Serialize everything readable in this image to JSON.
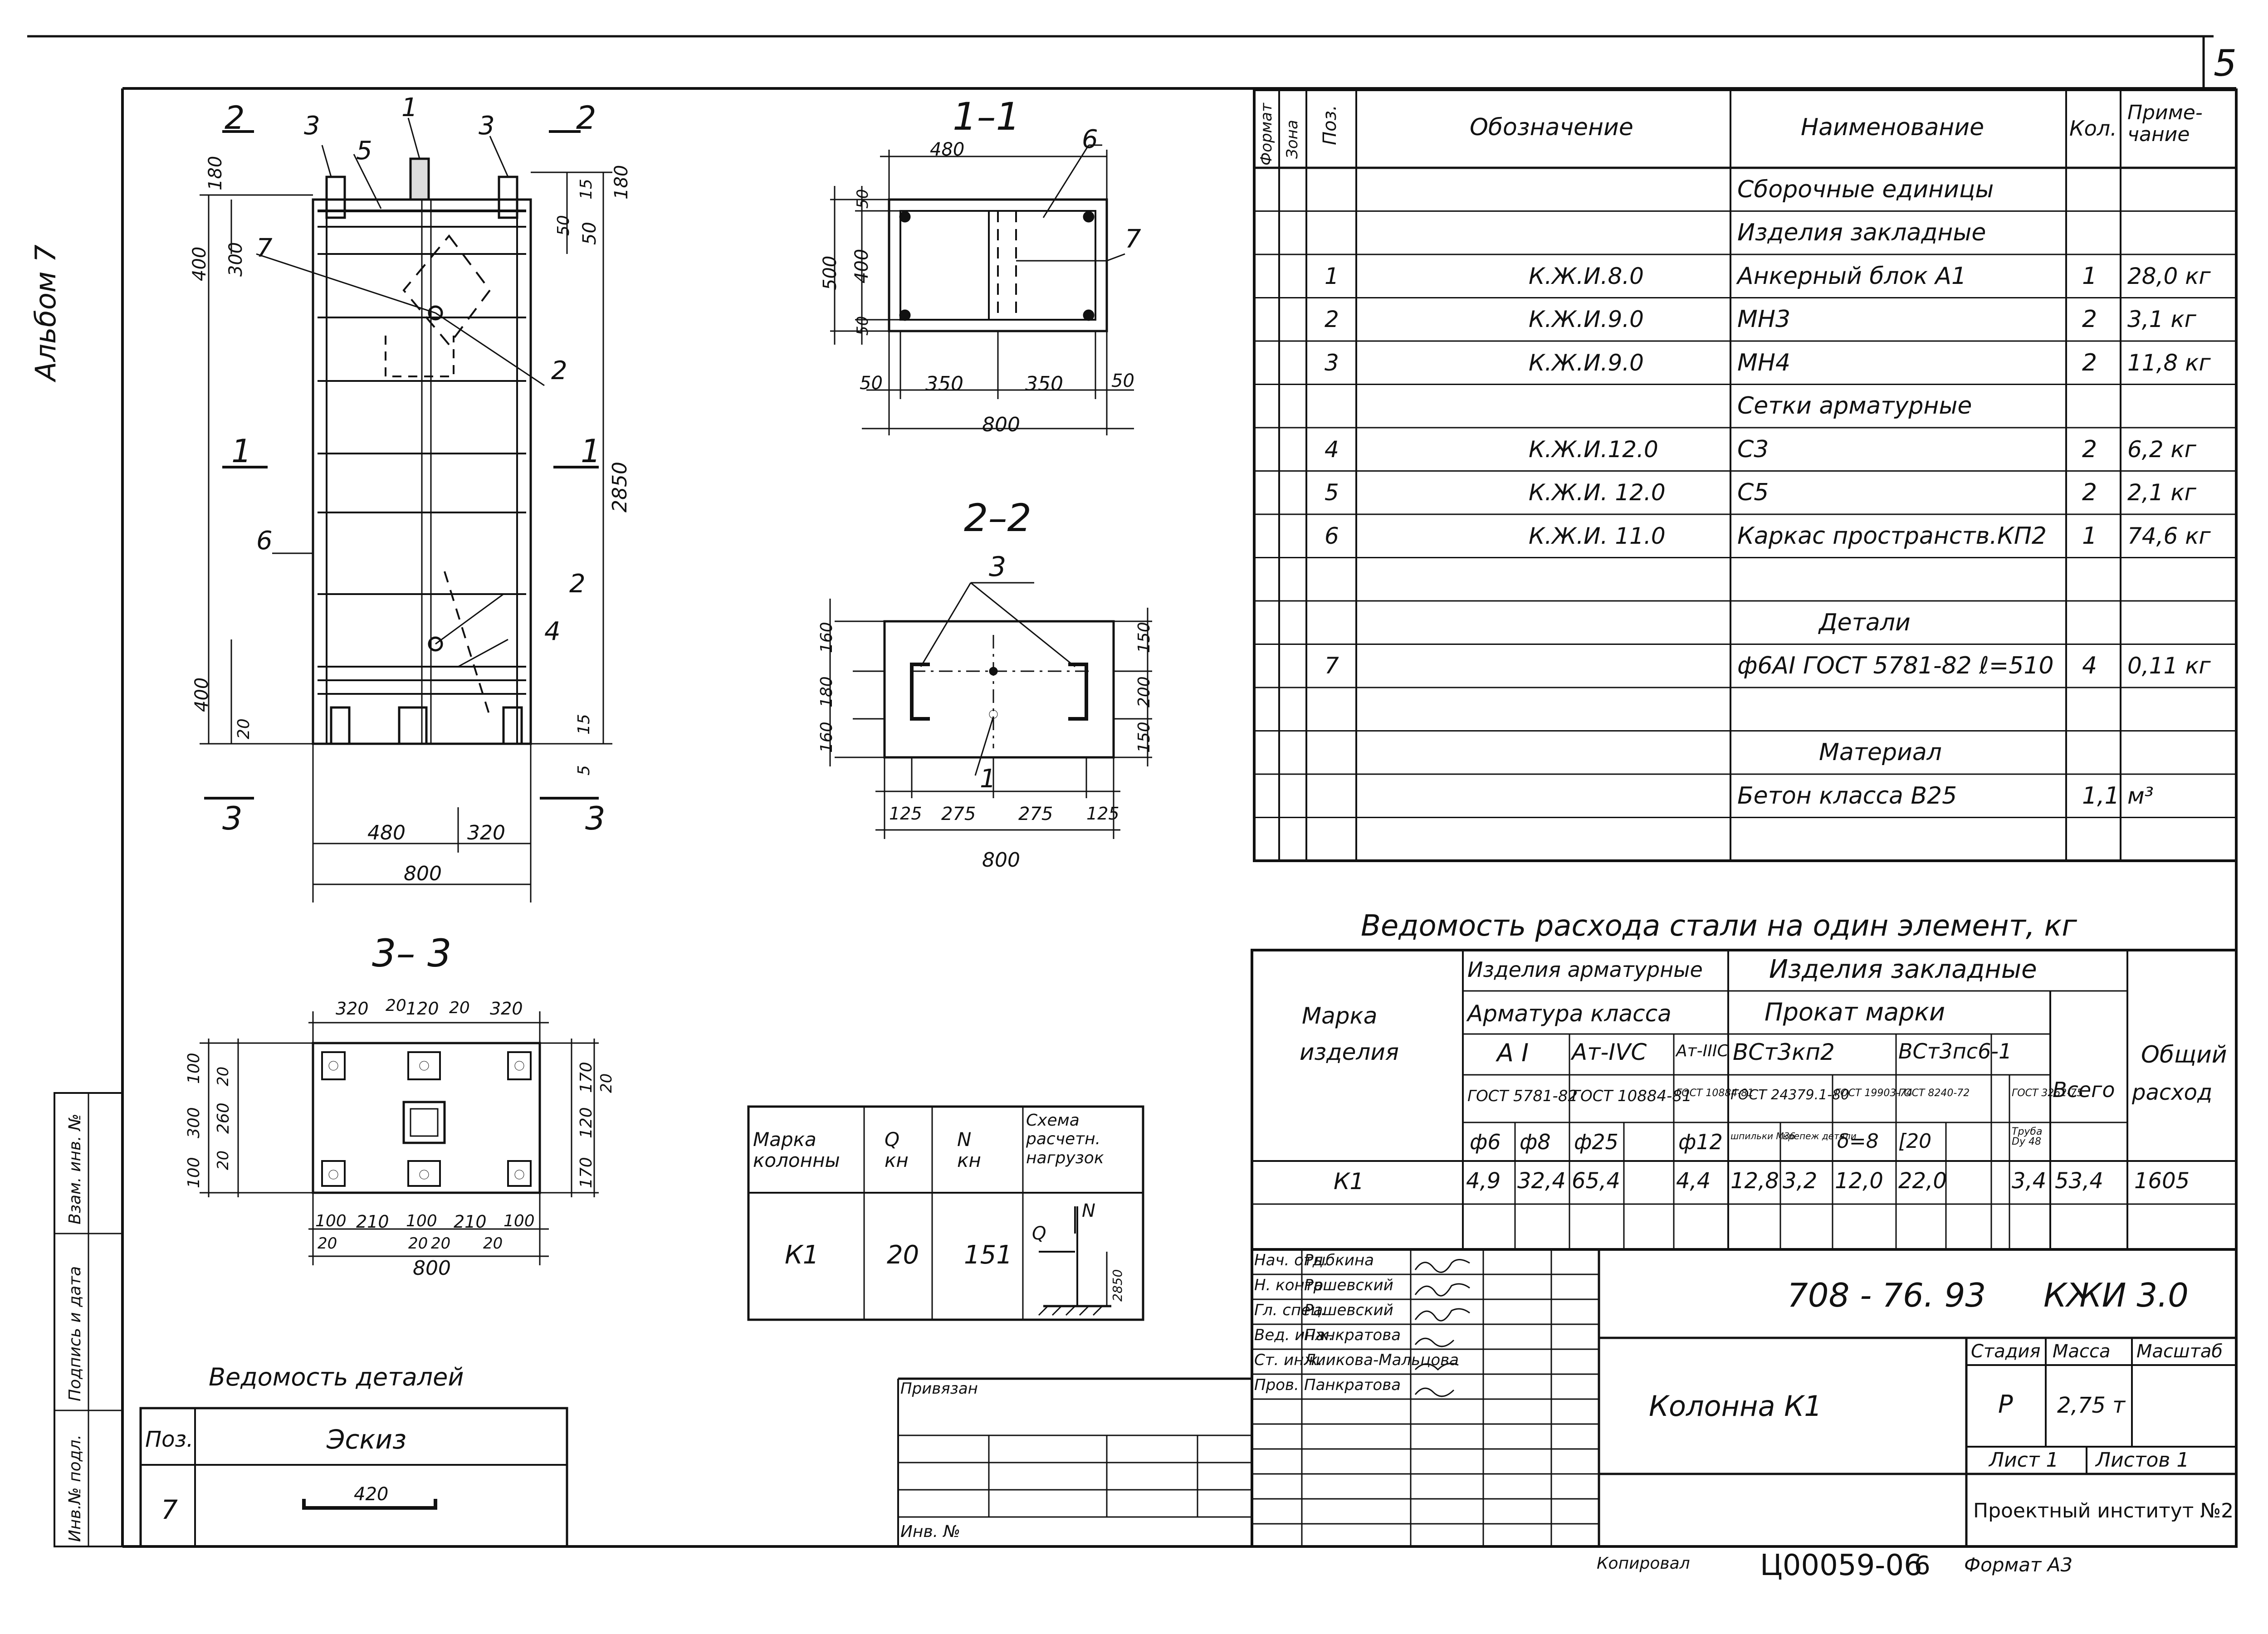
{
  "sheet": {
    "number": "5",
    "album": "Альбом 7",
    "side_stamp": [
      "Инв.№ подл.",
      "Подпись и дата",
      "Взам. инв. №"
    ]
  },
  "views": {
    "elevation": {
      "markers": [
        "2",
        "2",
        "1",
        "1",
        "3",
        "3"
      ],
      "pos_labels": [
        "1",
        "3",
        "3",
        "5",
        "7",
        "2",
        "6",
        "2",
        "4"
      ],
      "dims": [
        "180",
        "300",
        "50",
        "400",
        "15",
        "180",
        "50",
        "2850",
        "400",
        "20",
        "15",
        "5",
        "480",
        "320",
        "800"
      ]
    },
    "section_1_1": {
      "title": "1–1",
      "dims": [
        "480",
        "50",
        "400",
        "500",
        "50",
        "50",
        "350",
        "350",
        "50",
        "800"
      ],
      "pos_labels": [
        "6",
        "7"
      ]
    },
    "section_2_2": {
      "title": "2–2",
      "dims": [
        "160",
        "180",
        "160",
        "150",
        "200",
        "150",
        "125",
        "275",
        "275",
        "125",
        "800"
      ],
      "pos_labels": [
        "3",
        "1"
      ]
    },
    "section_3_3": {
      "title": "3– 3",
      "dims": [
        "320",
        "20",
        "120",
        "20",
        "320",
        "100",
        "300",
        "100",
        "20",
        "260",
        "20",
        "170",
        "120",
        "20",
        "170",
        "100",
        "210",
        "100",
        "210",
        "100",
        "20",
        "20",
        "20",
        "20",
        "800"
      ]
    }
  },
  "spec_table": {
    "headers": [
      "Формат",
      "Зона",
      "Поз.",
      "Обозначение",
      "Наименование",
      "Кол.",
      "Приме-\nчание"
    ],
    "rows": [
      {
        "pos": "",
        "code": "",
        "name": "Сборочные единицы",
        "qty": "",
        "note": ""
      },
      {
        "pos": "",
        "code": "",
        "name": "Изделия закладные",
        "qty": "",
        "note": ""
      },
      {
        "pos": "1",
        "code": "К.Ж.И.8.0",
        "name": "Анкерный блок А1",
        "qty": "1",
        "note": "28,0 кг"
      },
      {
        "pos": "2",
        "code": "К.Ж.И.9.0",
        "name": "МН3",
        "qty": "2",
        "note": "3,1 кг"
      },
      {
        "pos": "3",
        "code": "К.Ж.И.9.0",
        "name": "МН4",
        "qty": "2",
        "note": "11,8 кг"
      },
      {
        "pos": "",
        "code": "",
        "name": "Сетки арматурные",
        "qty": "",
        "note": ""
      },
      {
        "pos": "4",
        "code": "К.Ж.И.12.0",
        "name": "С3",
        "qty": "2",
        "note": "6,2 кг"
      },
      {
        "pos": "5",
        "code": "К.Ж.И. 12.0",
        "name": "С5",
        "qty": "2",
        "note": "2,1 кг"
      },
      {
        "pos": "6",
        "code": "К.Ж.И. 11.0",
        "name": "Каркас пространств.КП2",
        "qty": "1",
        "note": "74,6 кг"
      },
      {
        "pos": "",
        "code": "",
        "name": "",
        "qty": "",
        "note": ""
      },
      {
        "pos": "",
        "code": "",
        "name": "Детали",
        "qty": "",
        "note": ""
      },
      {
        "pos": "7",
        "code": "",
        "name": "ф6АI ГОСТ 5781-82  ℓ=510",
        "qty": "4",
        "note": "0,11 кг"
      },
      {
        "pos": "",
        "code": "",
        "name": "",
        "qty": "",
        "note": ""
      },
      {
        "pos": "",
        "code": "",
        "name": "Материал",
        "qty": "",
        "note": ""
      },
      {
        "pos": "",
        "code": "",
        "name": "Бетон класса  В25",
        "qty": "1,1",
        "note": "м³"
      },
      {
        "pos": "",
        "code": "",
        "name": "",
        "qty": "",
        "note": ""
      }
    ]
  },
  "steel_table": {
    "title": "Ведомость расхода стали на один элемент, кг",
    "mark_header": [
      "Марка",
      "изделия"
    ],
    "group1": "Изделия арматурные",
    "group2": "Изделия закладные",
    "sub1": "Арматура  класса",
    "sub2": "Прокат  марки",
    "classes": [
      "А I",
      "Ат-IVС",
      "Ат-IIIС",
      "ВСт3кп2",
      "ВСт3пс6-1"
    ],
    "gosts": [
      "ГОСТ 5781-82",
      "ГОСТ 10884-81",
      "ГОСТ 10884-81",
      "ГОСТ 24379.1-80",
      "ГОСТ 19903-74",
      "ГОСТ 8240-72",
      "ГОСТ 3262-75"
    ],
    "items": [
      "ф6",
      "ф8",
      "ф25",
      "ф12",
      "шпильки М36",
      "крепеж детали",
      "δ=8",
      "[20",
      "Труба Dу 48"
    ],
    "total_label": "Всего",
    "grand_label": [
      "Общий",
      "расход"
    ],
    "row_mark": "К1",
    "values": [
      "4,9",
      "32,4",
      "65,4",
      "",
      "4,4",
      "12,8",
      "3,2",
      "12,0",
      "22,0",
      "",
      "3,4",
      "53,4",
      "1605"
    ]
  },
  "load_table": {
    "headers": [
      "Марка колонны",
      "Q кн",
      "N кн",
      "Схема расчетн. нагрузок"
    ],
    "row": [
      "К1",
      "20",
      "151"
    ],
    "scheme_labels": [
      "N",
      "Q",
      "2850"
    ]
  },
  "details_table": {
    "title": "Ведомость деталей",
    "headers": [
      "Поз.",
      "Эскиз"
    ],
    "pos": "7",
    "sketch_dim": "420"
  },
  "privyazan": {
    "label": "Привязан",
    "inv": "Инв. №"
  },
  "title_block": {
    "roles": [
      "Нач. отд.",
      "Н. контр",
      "Гл. спец.",
      "Вед. инж.",
      "Ст. инж.",
      "Пров."
    ],
    "names": [
      "Рыбкина",
      "Рашевский",
      "Рашевский",
      "Панкратова",
      "Лиикова-Мальцова",
      "Панкратова"
    ],
    "code": "708 - 76. 93",
    "doc": "КЖИ 3.0",
    "title": "Колонна К1",
    "stage_label": "Стадия",
    "mass_label": "Масса",
    "scale_label": "Масштаб",
    "stage": "Р",
    "mass": "2,75 т",
    "sheet": "Лист 1",
    "sheets": "Листов 1",
    "org": "Проектный институт №2"
  },
  "footer": {
    "copied": "Копировал",
    "num": "Ц00059-06",
    "six": "6",
    "format": "Формат А3"
  }
}
